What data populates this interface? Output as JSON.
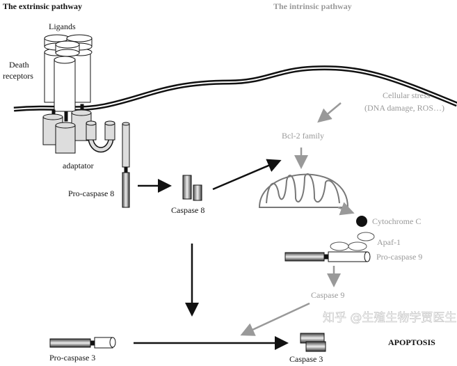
{
  "headings": {
    "extrinsic": "The extrinsic pathway",
    "intrinsic": "The intrinsic pathway"
  },
  "labels": {
    "ligands": "Ligands",
    "death_receptors_1": "Death",
    "death_receptors_2": "receptors",
    "adaptator": "adaptator",
    "pro_caspase_8": "Pro-caspase 8",
    "caspase_8": "Caspase 8",
    "cellular_stress_1": "Cellular stress",
    "cellular_stress_2": "(DNA damage, ROS…)",
    "bcl2": "Bcl-2 family",
    "cytochrome_c": "Cytochrome C",
    "apaf1": "Apaf-1",
    "pro_caspase_9": "Pro-caspase 9",
    "caspase_9": "Caspase 9",
    "pro_caspase_3": "Pro-caspase 3",
    "caspase_3": "Caspase 3",
    "apoptosis": "APOPTOSIS"
  },
  "watermark": "知乎 @生殖生物学贾医生",
  "colors": {
    "extrinsic": "#111111",
    "intrinsic": "#999999"
  }
}
